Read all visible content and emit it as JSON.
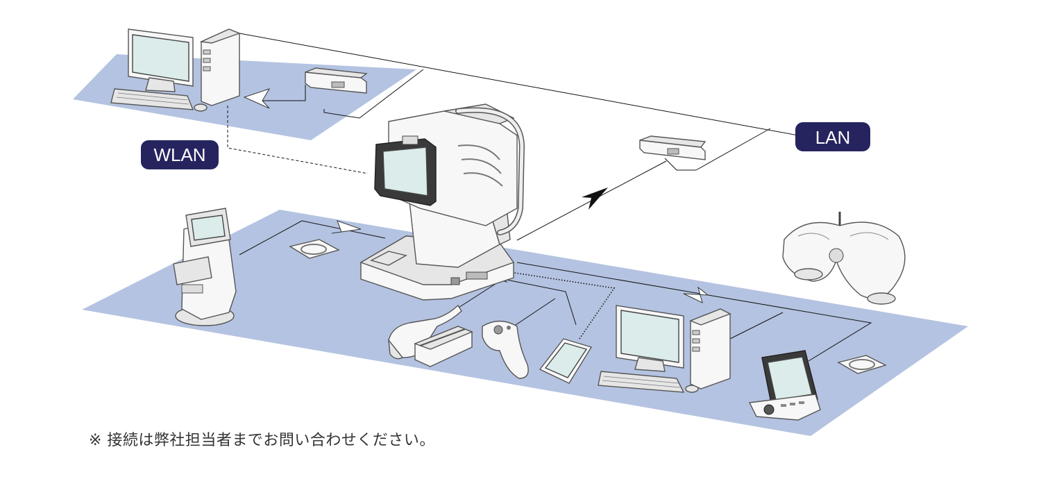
{
  "labels": {
    "wlan": "WLAN",
    "lan": "LAN"
  },
  "footnote": "※ 接続は弊社担当者までお問い合わせください。",
  "colors": {
    "floor": "#b4c3e1",
    "badge": "#26245e",
    "screen": "#dbecea"
  },
  "icons": [
    "desktop-computer-icon",
    "network-router-icon",
    "auto-refractometer-icon",
    "lensmeter-icon",
    "barcode-scanner-icon",
    "card-reader-icon",
    "remote-controller-icon",
    "tablet-icon",
    "phoropter-icon",
    "refraction-console-icon",
    "memory-card-icon"
  ]
}
